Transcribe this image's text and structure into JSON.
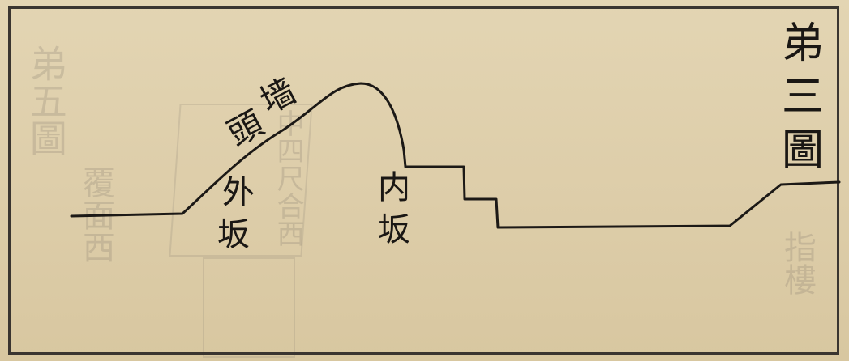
{
  "figure": {
    "title_chars": [
      "弟",
      "三",
      "圖"
    ],
    "labels": {
      "crest": [
        "墙",
        "頭"
      ],
      "outer_slope": [
        "外",
        "坂"
      ],
      "inner_slope": [
        "内",
        "坂"
      ]
    }
  }
}
